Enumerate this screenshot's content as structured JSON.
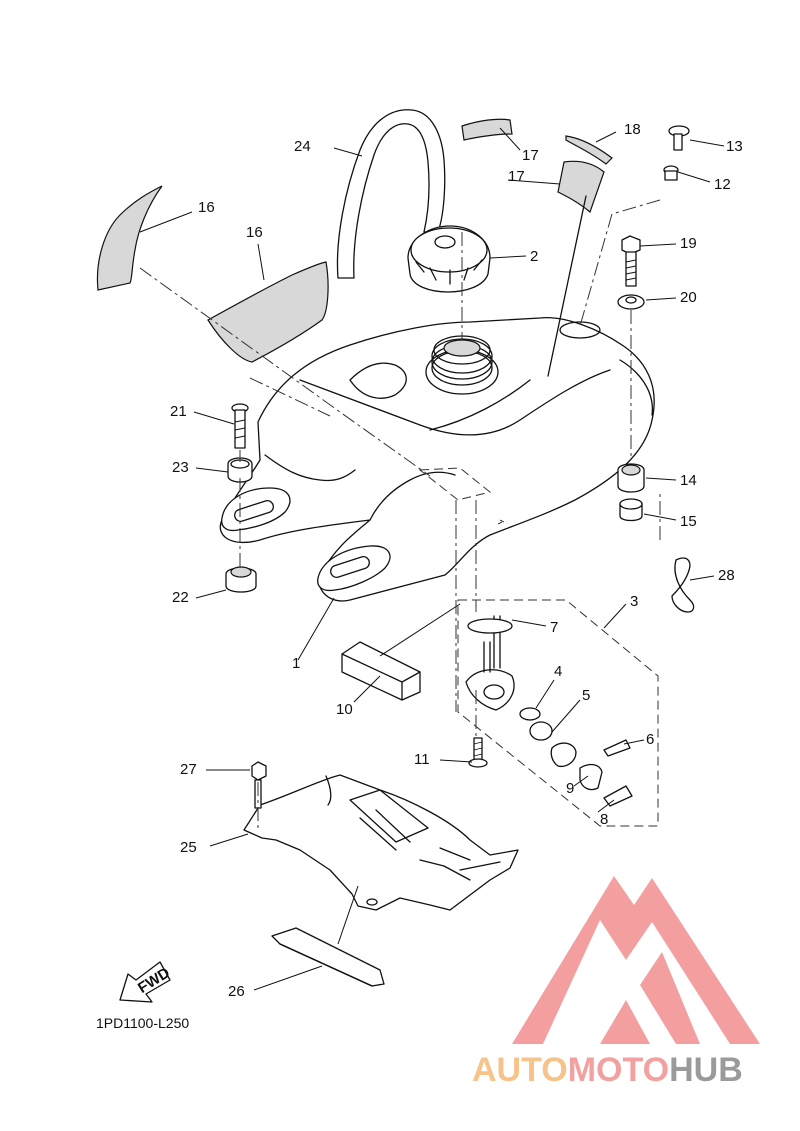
{
  "diagram": {
    "code": "1PD1100-L250",
    "fwd_label": "FWD",
    "callouts": [
      "1",
      "2",
      "3",
      "4",
      "5",
      "6",
      "7",
      "8",
      "9",
      "10",
      "11",
      "12",
      "13",
      "14",
      "15",
      "16",
      "16",
      "17",
      "17",
      "18",
      "19",
      "20",
      "21",
      "22",
      "23",
      "24",
      "25",
      "26",
      "27",
      "28"
    ]
  },
  "watermark": {
    "part1": "AUTO",
    "part2": "MOTO",
    "part3": "HUB",
    "colors": {
      "auto": "#f6c48a",
      "moto": "#f2a0a0",
      "hub": "#9a9a9a",
      "logo": "#f08080"
    }
  }
}
